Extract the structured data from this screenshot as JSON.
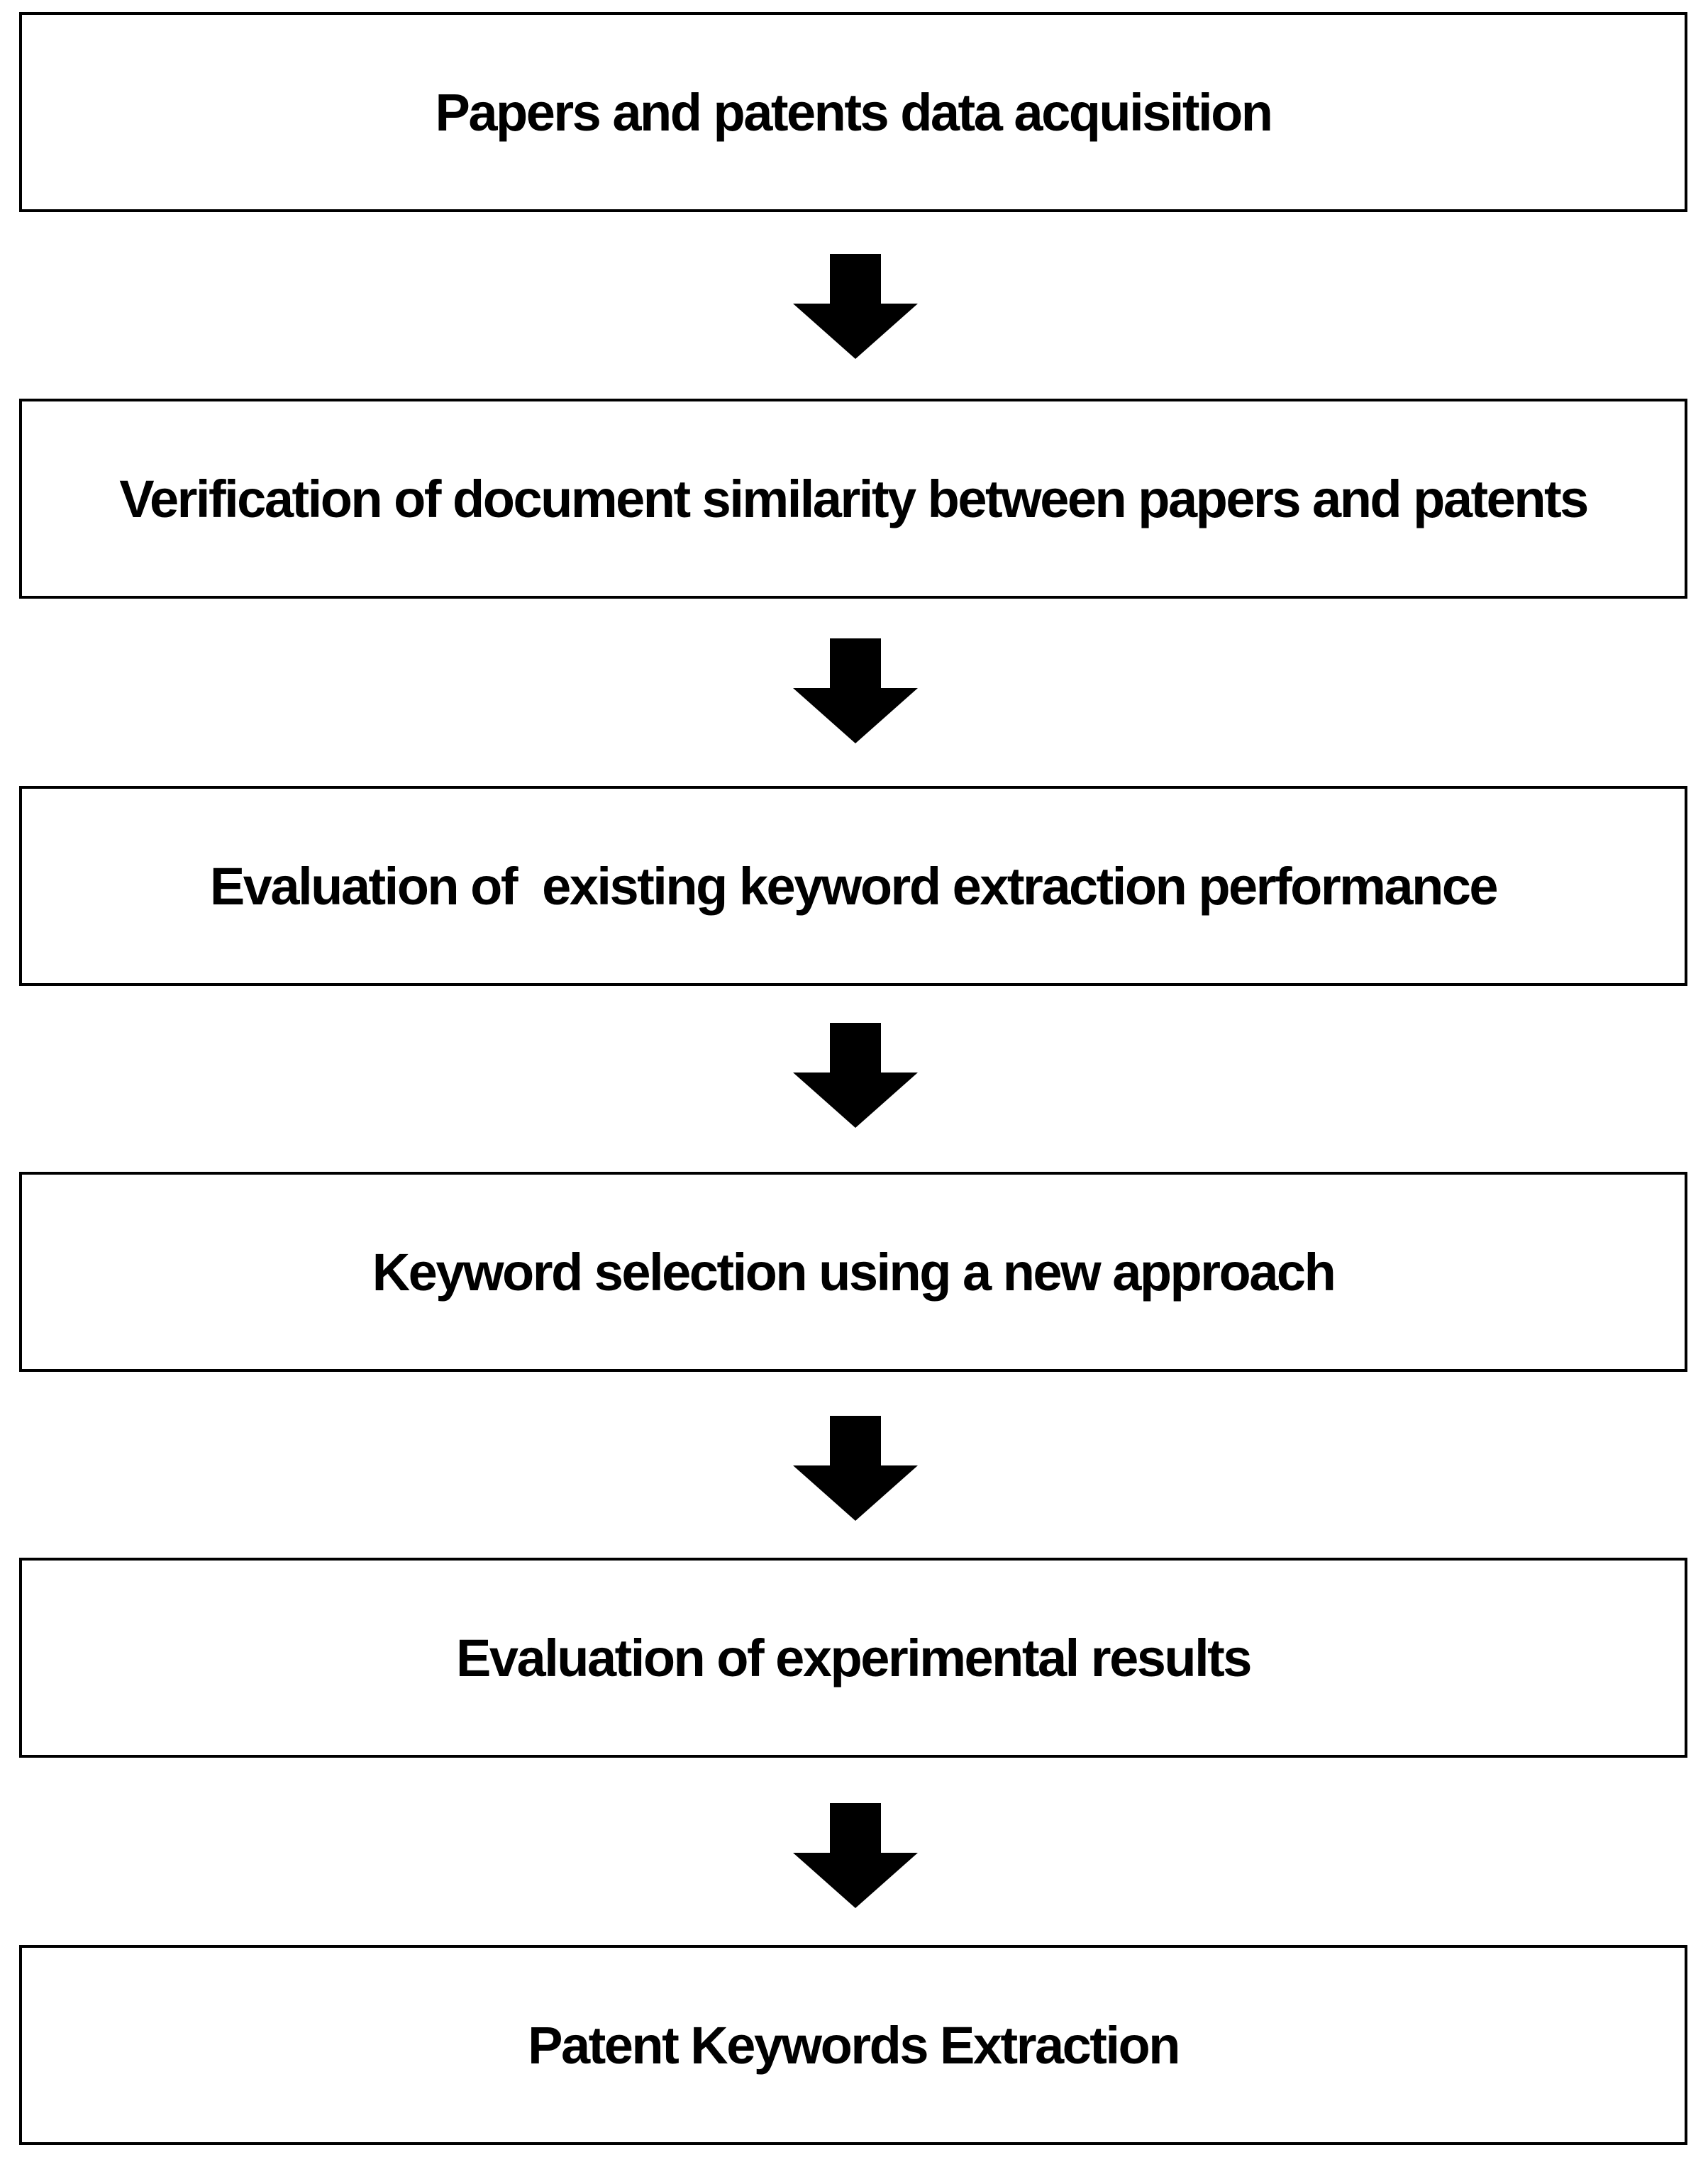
{
  "flowchart": {
    "steps": [
      {
        "label": "Papers and patents data acquisition"
      },
      {
        "label": "Verification of document similarity between papers and patents"
      },
      {
        "label": "Evaluation of  existing keyword extraction performance"
      },
      {
        "label": "Keyword selection using a new approach"
      },
      {
        "label": "Evaluation of experimental results"
      },
      {
        "label": "Patent Keywords Extraction"
      }
    ],
    "arrow_icon": "down-arrow-icon",
    "colors": {
      "stroke": "#000000",
      "fill": "#000000",
      "background": "#ffffff"
    }
  }
}
